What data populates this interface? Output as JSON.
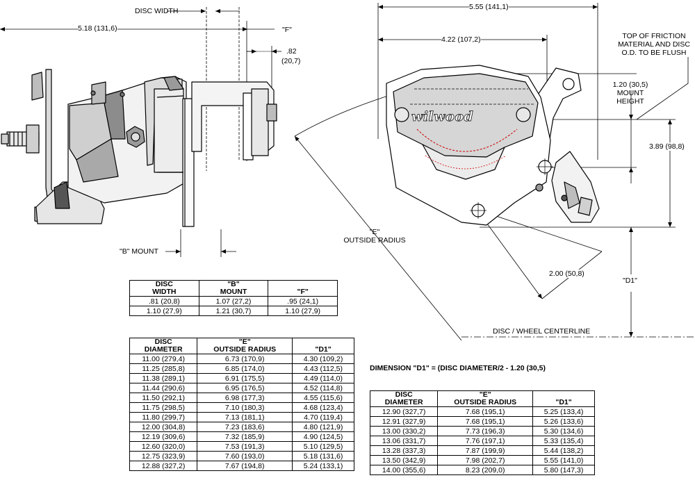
{
  "labels": {
    "disc_width": "DISC WIDTH",
    "overall_left": "5.18 (131,6)",
    "f_label": "\"F\"",
    "f_dim_in": ".82",
    "f_dim_mm": "(20,7)",
    "b_mount": "\"B\" MOUNT",
    "overall_right": "5.55 (141,1)",
    "width_422": "4.22 (107,2)",
    "flush_note": [
      "TOP OF FRICTION",
      "MATERIAL AND DISC",
      "O.D. TO BE FLUSH"
    ],
    "mount_height": [
      "1.20 (30,5)",
      "MOUNT",
      "HEIGHT"
    ],
    "height_389": "3.89 (98,8)",
    "e_radius": [
      "\"E\"",
      "OUTSIDE RADIUS"
    ],
    "d1": "\"D1\"",
    "dim_200": "2.00 (50,8)",
    "centerline": "DISC / WHEEL CENTERLINE",
    "logo": "wilwood"
  },
  "dimension_note": "DIMENSION \"D1\" = (DISC DIAMETER/2 - 1.20 (30,5)",
  "table_b": {
    "headers": [
      [
        "DISC",
        "WIDTH"
      ],
      [
        "\"B\"",
        "MOUNT"
      ],
      [
        "\"F\""
      ]
    ],
    "rows": [
      [
        ".81  (20,8)",
        "1.07  (27,2)",
        ".95  (24,1)"
      ],
      [
        "1.10  (27,9)",
        "1.21  (30,7)",
        "1.10  (27,9)"
      ]
    ]
  },
  "table_e1": {
    "headers": [
      [
        "DISC",
        "DIAMETER"
      ],
      [
        "\"E\"",
        "OUTSIDE RADIUS"
      ],
      [
        "\"D1\""
      ]
    ],
    "rows": [
      [
        "11.00  (279,4)",
        "6.73  (170,9)",
        "4.30  (109,2)"
      ],
      [
        "11.25  (285,8)",
        "6.85  (174,0)",
        "4.43  (112,5)"
      ],
      [
        "11.38  (289,1)",
        "6.91  (175,5)",
        "4.49  (114,0)"
      ],
      [
        "11.44  (290,6)",
        "6.95  (176,5)",
        "4.52  (114,8)"
      ],
      [
        "11.50  (292,1)",
        "6.98  (177,3)",
        "4.55  (115,6)"
      ],
      [
        "11.75  (298,5)",
        "7.10  (180,3)",
        "4.68  (123,4)"
      ],
      [
        "11.80  (299,7)",
        "7.13  (181,1)",
        "4.70  (119,4)"
      ],
      [
        "12.00  (304,8)",
        "7.23  (183,6)",
        "4.80  (121,9)"
      ],
      [
        "12.19  (309,6)",
        "7.32  (185,9)",
        "4.90  (124,5)"
      ],
      [
        "12.60  (320,0)",
        "7.53  (191,3)",
        "5.10  (129,5)"
      ],
      [
        "12.75  (323,9)",
        "7.60  (193,0)",
        "5.18  (131,6)"
      ],
      [
        "12.88  (327,2)",
        "7.67  (194,8)",
        "5.24  (133,1)"
      ]
    ]
  },
  "table_e2": {
    "headers": [
      [
        "DISC",
        "DIAMETER"
      ],
      [
        "\"E\"",
        "OUTSIDE RADIUS"
      ],
      [
        "\"D1\""
      ]
    ],
    "rows": [
      [
        "12.90  (327,7)",
        "7.68  (195,1)",
        "5.25  (133,4)"
      ],
      [
        "12.91  (327,9)",
        "7.68  (195,1)",
        "5.26  (133,6)"
      ],
      [
        "13.00  (330,2)",
        "7.73  (196,3)",
        "5.30  (134,6)"
      ],
      [
        "13.06  (331,7)",
        "7.76  (197,1)",
        "5.33  (135,4)"
      ],
      [
        "13.28  (337,3)",
        "7.87  (199,9)",
        "5.44  (138,2)"
      ],
      [
        "13.50  (342,9)",
        "7.98  (202,7)",
        "5.55  (141,0)"
      ],
      [
        "14.00  (355,6)",
        "8.23  (209,0)",
        "5.80  (147,3)"
      ]
    ]
  }
}
